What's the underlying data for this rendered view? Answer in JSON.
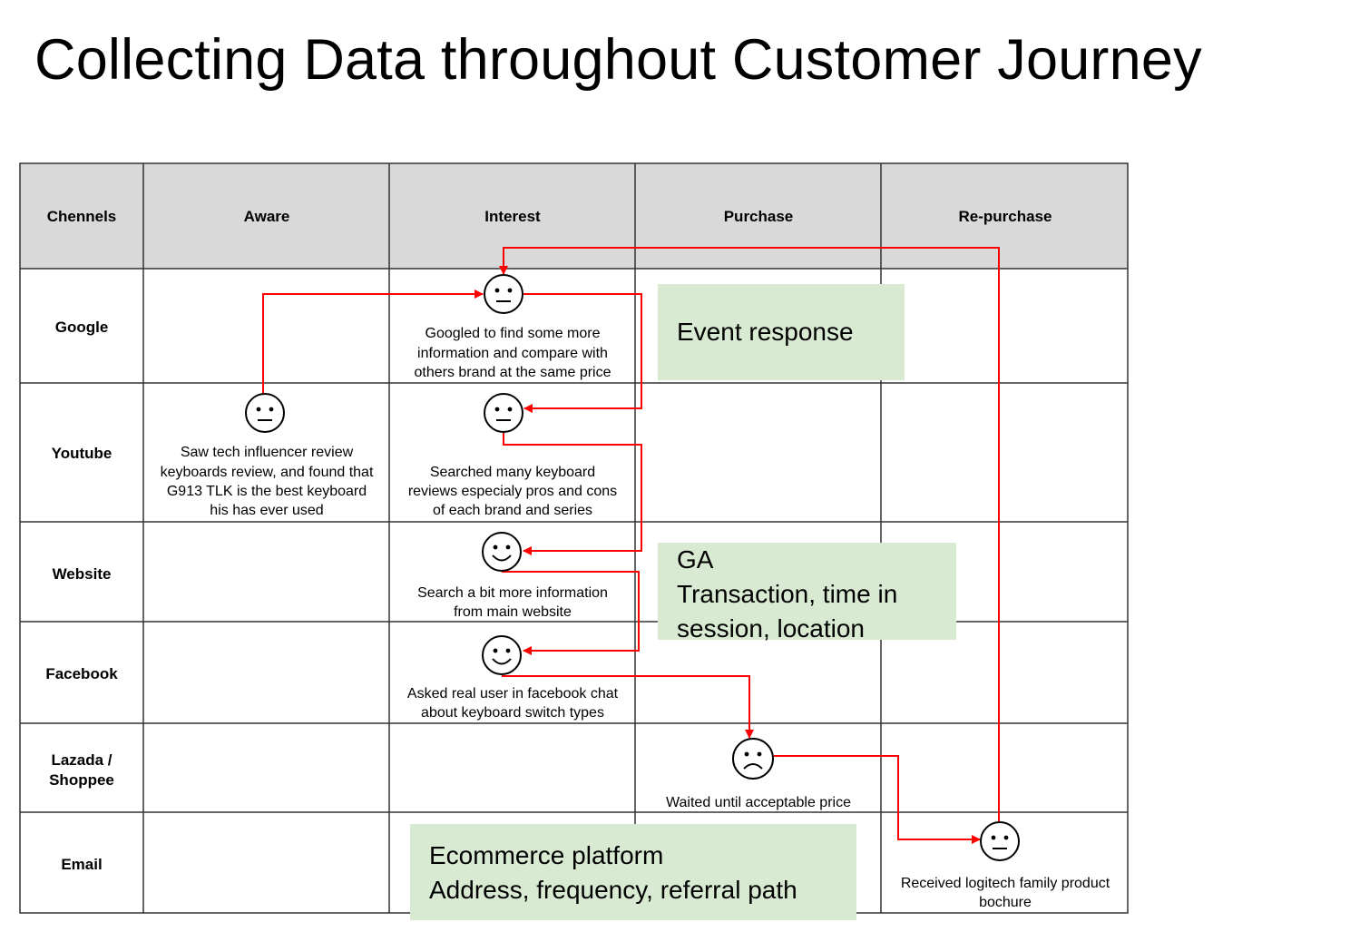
{
  "title": "Collecting Data throughout Customer Journey",
  "header": {
    "channels": "Chennels",
    "aware": "Aware",
    "interest": "Interest",
    "purchase": "Purchase",
    "repurchase": "Re-purchase"
  },
  "rows": {
    "google": "Google",
    "youtube": "Youtube",
    "website": "Website",
    "facebook": "Facebook",
    "lazada_line1": "Lazada /",
    "lazada_line2": "Shoppee",
    "email": "Email"
  },
  "steps": {
    "youtube_aware": {
      "mood": "neutral",
      "lines": [
        "Saw tech influencer review",
        "keyboards review, and found that",
        "G913 TLK is the best keyboard",
        "his has ever used"
      ]
    },
    "google_interest": {
      "mood": "neutral",
      "lines": [
        "Googled to find some more",
        "information and compare with",
        "others brand at the same price"
      ]
    },
    "youtube_interest": {
      "mood": "neutral",
      "lines": [
        "Searched many keyboard",
        "reviews especialy pros and cons",
        "of each brand and series"
      ]
    },
    "website_interest": {
      "mood": "happy",
      "lines": [
        "Search a bit more information",
        "from main website"
      ]
    },
    "facebook_interest": {
      "mood": "happy",
      "lines": [
        "Asked real user in facebook chat",
        "about keyboard switch types"
      ]
    },
    "lazada_purchase": {
      "mood": "sad",
      "lines": [
        "Waited until acceptable price"
      ]
    },
    "email_repurchase": {
      "mood": "neutral",
      "lines": [
        "Received logitech family product",
        "bochure"
      ]
    }
  },
  "notes": {
    "event": [
      "Event response"
    ],
    "ga": [
      "GA",
      "Transaction, time in",
      "session, location"
    ],
    "ecommerce": [
      "Ecommerce platform",
      "Address, frequency, referral path"
    ]
  },
  "colors": {
    "header_fill": "#d9d9d9",
    "note_fill": "#d9ead3",
    "arrow": "#ff0000",
    "grid": "#333333"
  }
}
